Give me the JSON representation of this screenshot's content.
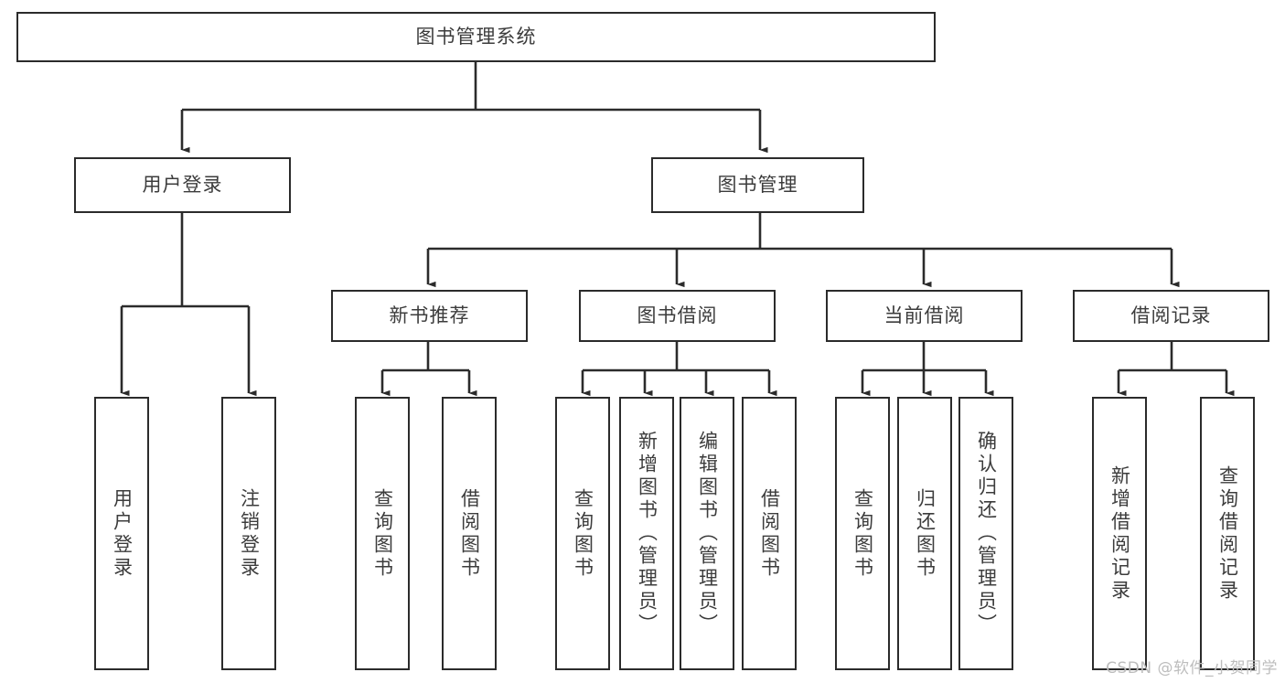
{
  "diagram": {
    "title": "图书管理系统",
    "type": "tree-hierarchy-chart",
    "root": {
      "label": "图书管理系统"
    },
    "level2": [
      {
        "label": "用户登录"
      },
      {
        "label": "图书管理"
      }
    ],
    "level3": [
      {
        "label": "新书推荐"
      },
      {
        "label": "图书借阅"
      },
      {
        "label": "当前借阅"
      },
      {
        "label": "借阅记录"
      }
    ],
    "leaves": {
      "user_login": [
        {
          "label": "用户登录"
        },
        {
          "label": "注销登录"
        }
      ],
      "new_book_recommend": [
        {
          "label": "查询图书"
        },
        {
          "label": "借阅图书"
        }
      ],
      "book_borrow": [
        {
          "label": "查询图书"
        },
        {
          "label": "新增图书（管理员）"
        },
        {
          "label": "编辑图书（管理员）"
        },
        {
          "label": "借阅图书"
        }
      ],
      "current_borrow": [
        {
          "label": "查询图书"
        },
        {
          "label": "归还图书"
        },
        {
          "label": "确认归还（管理员）"
        }
      ],
      "borrow_record": [
        {
          "label": "新增借阅记录"
        },
        {
          "label": "查询借阅记录"
        }
      ]
    }
  },
  "watermark": {
    "text": "CSDN @软件_小贺同学"
  },
  "colors": {
    "border": "#2b2b2b",
    "text": "#3c3c3c",
    "background": "#ffffff",
    "watermark": "#bdbdbd"
  }
}
